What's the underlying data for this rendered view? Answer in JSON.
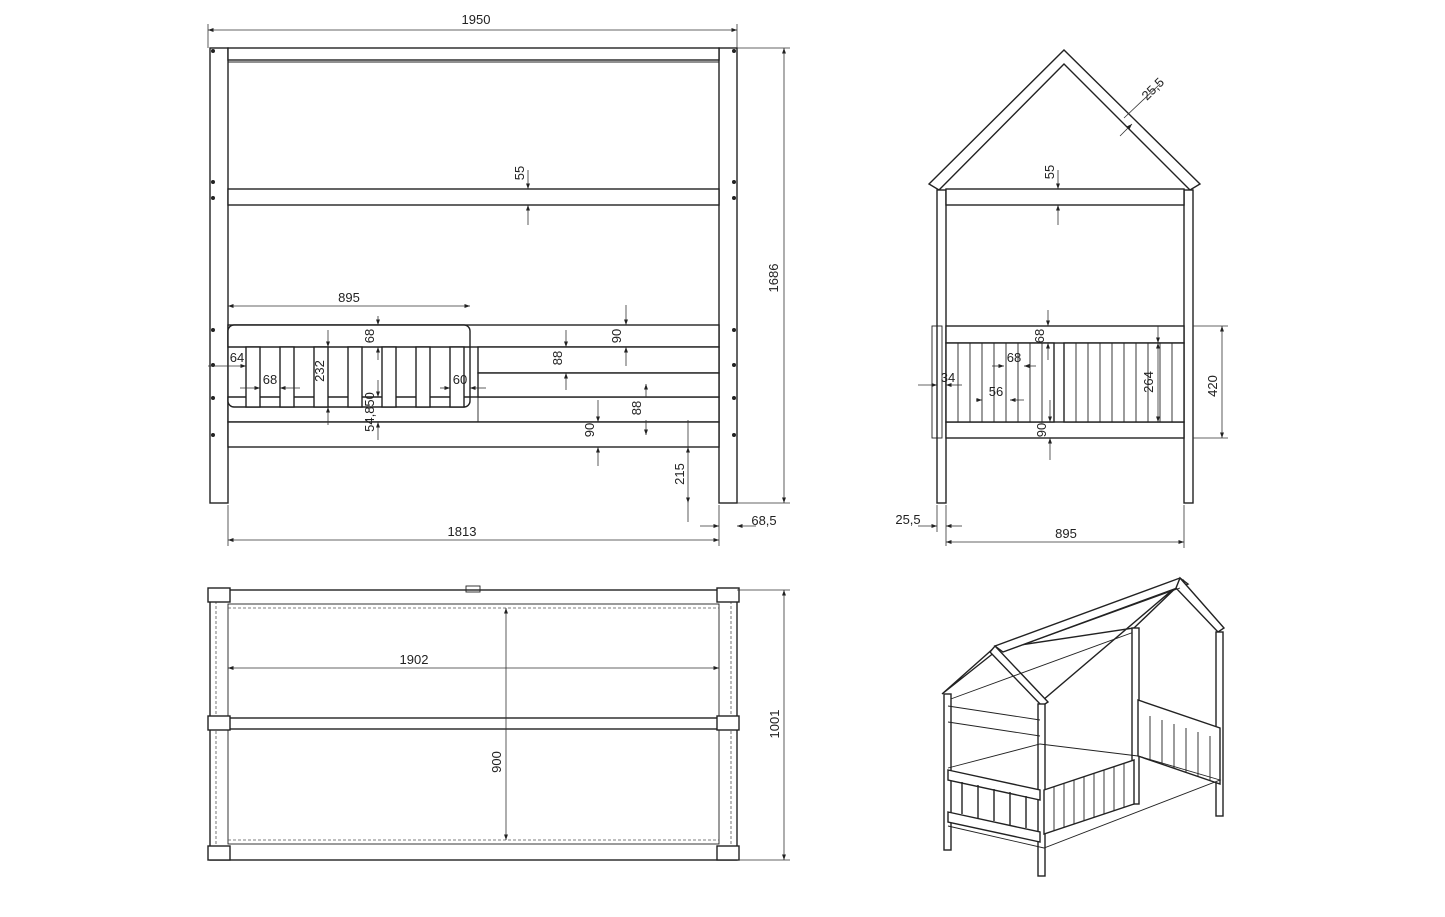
{
  "views": {
    "front": {
      "dims": {
        "overall_width": "1950",
        "overall_height": "1686",
        "inner_width": "1813",
        "leg_offset": "68,5",
        "ground_clearance": "215",
        "rail_length": "895",
        "top_rail": "55",
        "rail_68": "68",
        "rail_90_upper": "90",
        "rail_88_upper": "88",
        "rail_88_lower": "88",
        "rail_90_lower": "90",
        "gap_64": "64",
        "slat_68": "68",
        "guard_232": "232",
        "gap_60": "60",
        "gap_54": "54,850"
      }
    },
    "side": {
      "dims": {
        "roof_thickness": "25,5",
        "top_rail": "55",
        "rail_68": "68",
        "slat_68": "68",
        "gap_34": "34",
        "gap_56": "56",
        "panel_264": "264",
        "height_420": "420",
        "rail_90": "90",
        "leg_offset": "25,5",
        "width": "895"
      }
    },
    "top": {
      "dims": {
        "length": "1902",
        "width": "900",
        "overall_width": "1001"
      }
    }
  }
}
